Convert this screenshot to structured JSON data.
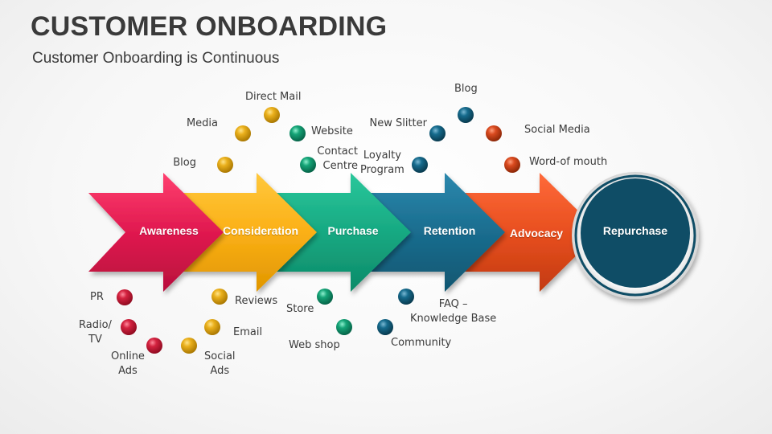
{
  "header": {
    "title": "CUSTOMER ONBOARDING",
    "subtitle": "Customer Onboarding is Continuous"
  },
  "stages": [
    {
      "label": "Awareness",
      "color": "#e0194f"
    },
    {
      "label": "Consideration",
      "color": "#fbb016"
    },
    {
      "label": "Purchase",
      "color": "#17a982"
    },
    {
      "label": "Retention",
      "color": "#1a6d8f"
    },
    {
      "label": "Advocacy",
      "color": "#e84f1f"
    },
    {
      "label": "Repurchase",
      "color": "#0f4d66"
    }
  ],
  "touchpoints": {
    "blog_left": "Blog",
    "media": "Media",
    "direct_mail": "Direct Mail",
    "website": "Website",
    "contact_centre": "Contact\nCentre",
    "loyalty_program": "Loyalty\nProgram",
    "new_slitter": "New Slitter",
    "blog_right": "Blog",
    "social_media": "Social Media",
    "word_of_mouth": "Word-of mouth",
    "pr": "PR",
    "radio_tv": "Radio/\nTV",
    "online_ads": "Online\nAds",
    "reviews": "Reviews",
    "email": "Email",
    "social_ads": "Social\nAds",
    "store": "Store",
    "web_shop": "Web shop",
    "faq": "FAQ –\nKnowledge Base",
    "community": "Community"
  },
  "colors": {
    "red": "#c8102e",
    "yellow": "#e8a400",
    "green": "#0e9a6e",
    "teal": "#125f7d",
    "orange": "#d5411a"
  }
}
